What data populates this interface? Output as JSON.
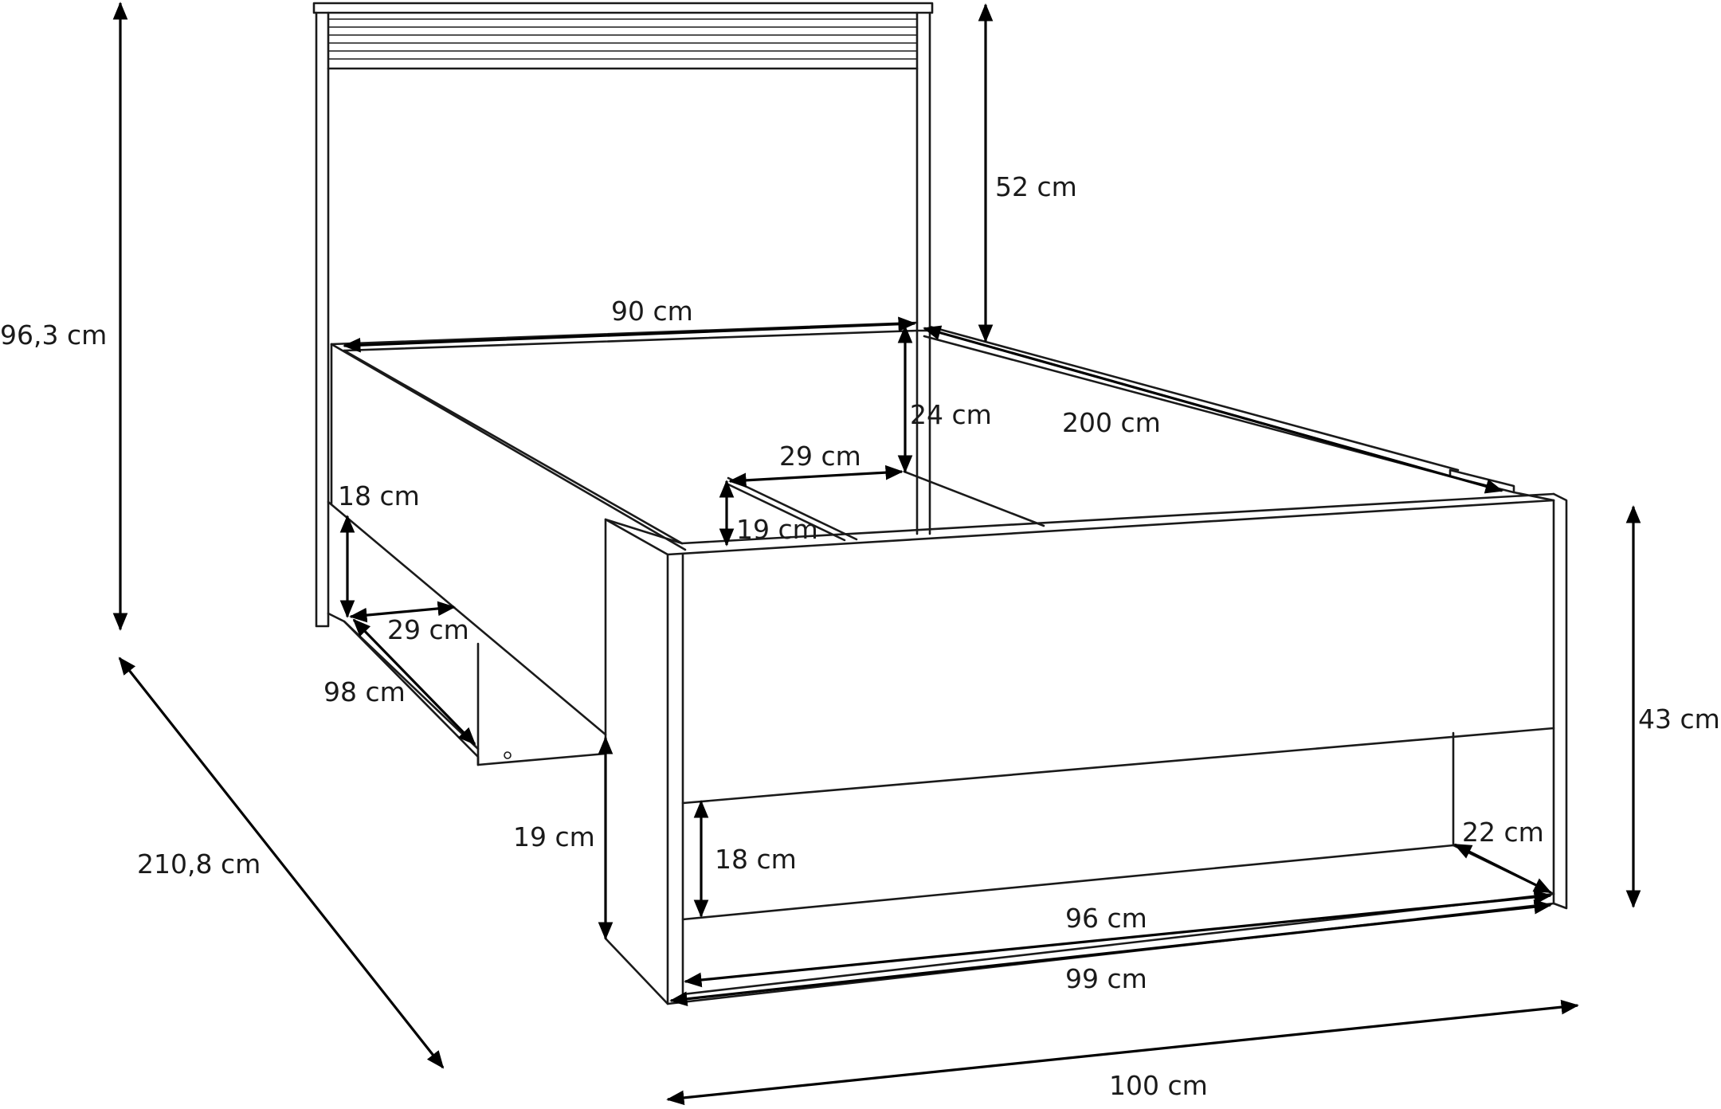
{
  "diagram": {
    "line_color": "#1a1a1a",
    "dimensions": {
      "total_height": "96,3 cm",
      "headboard_height": "52 cm",
      "mattress_width": "90 cm",
      "frame_depth": "24 cm",
      "mattress_length": "200 cm",
      "inner_opening_width": "29 cm",
      "inner_opening_height": "19 cm",
      "drawer_height": "18 cm",
      "drawer_width_side": "29 cm",
      "drawer_length_side": "98 cm",
      "total_length": "210,8 cm",
      "foot_clearance": "19 cm",
      "footboard_height": "43 cm",
      "drawer_height_front": "18 cm",
      "drawer_depth": "22 cm",
      "drawer_width_front": "96 cm",
      "front_width": "99 cm",
      "total_width": "100 cm"
    }
  }
}
